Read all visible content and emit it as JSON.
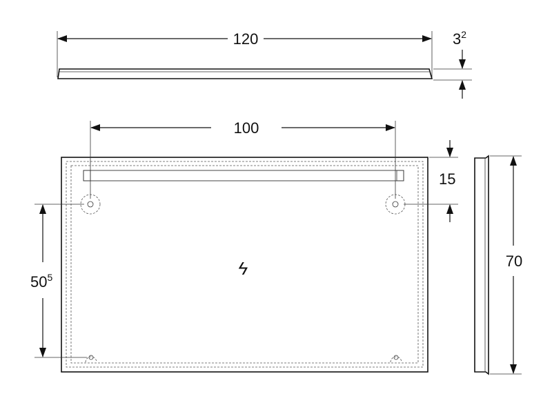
{
  "dimensions": {
    "top_width": "120",
    "thickness_main": "3",
    "thickness_sup": "2",
    "hole_spacing": "100",
    "top_offset": "15",
    "vertical_spacing_main": "50",
    "vertical_spacing_sup": "5",
    "side_height": "70"
  },
  "symbols": {
    "power": "ϟ"
  },
  "icons": {
    "power": "lightning-bolt-icon",
    "mount_hole": "mounting-hole-icon"
  },
  "colors": {
    "line": "#111111",
    "background": "#ffffff"
  }
}
